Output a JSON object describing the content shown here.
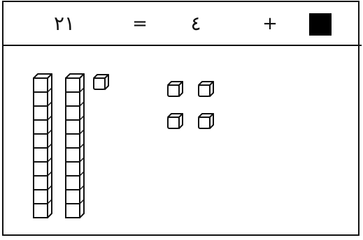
{
  "equation": {
    "result": "٢١",
    "equals": "=",
    "addend": "٤",
    "plus": "+"
  },
  "blocks": {
    "rods": 2,
    "cubes_per_rod": 10,
    "loose_ones_left": 1,
    "loose_ones_right": 4
  },
  "colors": {
    "ink": "#111111",
    "unknown_box": "#000000"
  }
}
